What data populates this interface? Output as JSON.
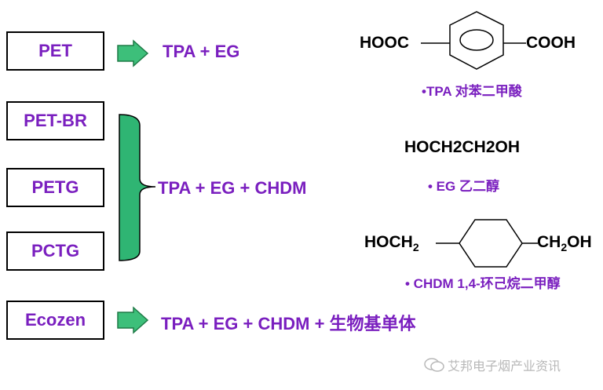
{
  "rows": {
    "pet": {
      "label": "PET",
      "product": "TPA + EG"
    },
    "group": {
      "labels": [
        "PET-BR",
        "PETG",
        "PCTG"
      ],
      "product": "TPA + EG + CHDM"
    },
    "ecozen": {
      "label": "Ecozen",
      "product": "TPA + EG + CHDM + 生物基单体"
    }
  },
  "structures": {
    "tpa": {
      "left": "HOOC",
      "right": "COOH",
      "caption": "•TPA 对苯二甲酸"
    },
    "eg": {
      "formula": "HOCH2CH2OH",
      "caption": "• EG 乙二醇"
    },
    "chdm": {
      "left_main": "HOCH",
      "left_sub": "2",
      "right_pre": "CH",
      "right_sub": "2",
      "right_post": "OH",
      "caption": "• CHDM 1,4-环己烷二甲醇"
    }
  },
  "watermark": "艾邦电子烟产业资讯",
  "colors": {
    "accent": "#7a1fbf",
    "arrow_fill": "#3dbf7a",
    "bracket_fill": "#2fb573"
  }
}
